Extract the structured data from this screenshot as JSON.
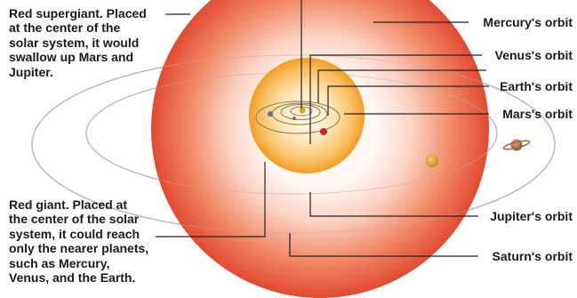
{
  "annotations": {
    "supergiant": "Red supergiant. Placed\nat the center of the\nsolar system, it would\nswallow up Mars and\nJupiter.",
    "giant": "Red giant. Placed at\nthe center of the solar\nsystem, it could reach\nonly the nearer planets,\nsuch as Mercury,\nVenus, and the Earth."
  },
  "orbit_labels": {
    "mercury": "Mercury's orbit",
    "venus": "Venus's orbit",
    "earth": "Earth's orbit",
    "mars": "Mars's orbit",
    "jupiter": "Jupiter's orbit",
    "saturn": "Saturn's orbit"
  },
  "colors": {
    "supergiant": "#e8553f",
    "giant": "#f4a42a",
    "leader_line": "#222222",
    "orbit_line": "#b9bcc2"
  }
}
